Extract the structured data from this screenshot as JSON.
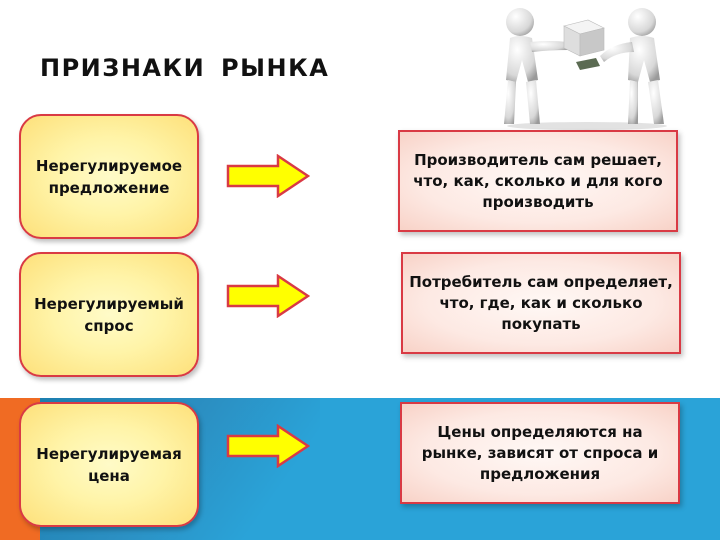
{
  "title": "ПРИЗНАКИ  РЫНКА",
  "rows": [
    {
      "feature": "Нерегулируемое\nпредложение",
      "description": "Производитель  сам решает,\nчто, как, сколько и для кого\nпроизводить"
    },
    {
      "feature": "Нерегулируемый\nспрос",
      "description": "Потребитель сам определяет,\nчто, где, как и сколько\nпокупать"
    },
    {
      "feature": "Нерегулируемая\nцена",
      "description": "Цены определяются на\nрынке, зависят от спроса и\nпредложения"
    }
  ],
  "colors": {
    "border_red": "#d93a44",
    "arrow_fill": "#ffff00",
    "band_blue": "#2aa3d8",
    "band_orange": "#f06b23"
  }
}
